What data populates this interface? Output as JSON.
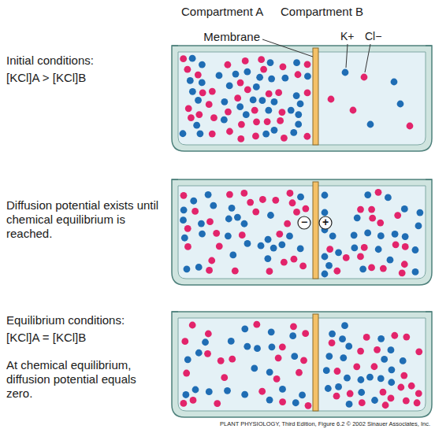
{
  "diagram": {
    "nodes": [
      {
        "text": [
          "−"
        ]
      },
      {
        "text": [
          "+"
        ]
      }
    ],
    "labels": [
      "Compartment A",
      "Compartment B",
      "Membrane",
      "K+",
      "Cl−",
      "Initial conditions:",
      "[KCl]A > [KCl]B",
      "Diffusion potential exists until chemical equilibrium is reached.",
      "Equilibrium conditions:",
      "[KCl]A = [KCl]B",
      "At chemical equilibrium, diffusion potential equals zero.",
      "PLANT PHYSIOLOGY, Third Edition, Figure 6.2 © 2002 Sinauer Associates, Inc."
    ]
  }
}
